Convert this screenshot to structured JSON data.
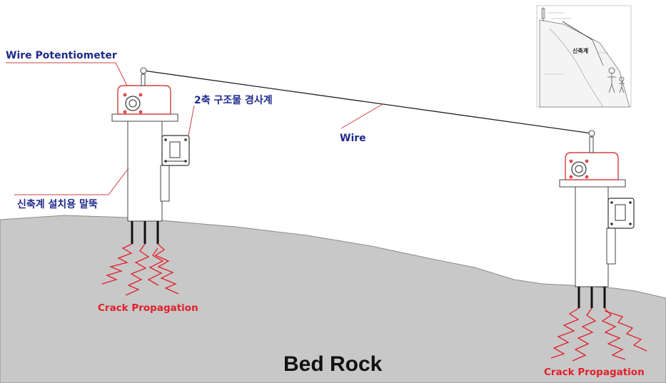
{
  "labels": {
    "wire_potentiometer": "Wire Potentiometer",
    "tiltmeter": "2축 구조물 경사계",
    "wire": "Wire",
    "stake": "신축계 설치용 말뚝",
    "crack_left": "Crack Propagation",
    "crack_right": "Crack Propagation",
    "bed_rock": "Bed Rock",
    "inset_main": "신축계"
  },
  "colors": {
    "label_blue": "#1f2a8a",
    "crack_red": "#e0202a",
    "rock_gray": "#c8c8c8",
    "housing_red": "#e04848"
  }
}
